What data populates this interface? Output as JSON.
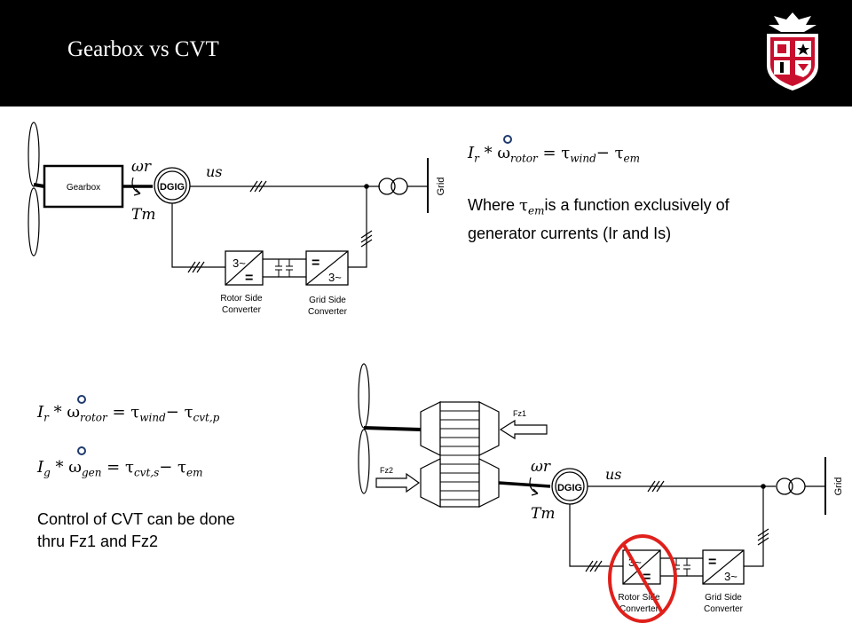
{
  "header": {
    "title": "Gearbox vs CVT"
  },
  "colors": {
    "header_bg": "#000000",
    "logo_red": "#c8102e",
    "dot_blue": "#1f3a6e",
    "prohibit_red": "#e0201b"
  },
  "top_diagram": {
    "gearbox_label": "Gearbox",
    "generator_label": "DGIG",
    "omega_label": "ωr",
    "torque_label": "Tm",
    "voltage_label": "us",
    "grid_label": "Grid",
    "rsc_symbol_ac": "3~",
    "rsc_symbol_dc": "=",
    "gsc_symbol_dc": "=",
    "gsc_symbol_ac": "3~",
    "rsc_caption_line1": "Rotor Side",
    "rsc_caption_line2": "Converter",
    "gsc_caption_line1": "Grid Side",
    "gsc_caption_line2": "Converter"
  },
  "bottom_diagram": {
    "fz1_label": "Fz1",
    "fz2_label": "Fz2",
    "generator_label": "DGIG",
    "omega_label": "ωr",
    "torque_label": "Tm",
    "voltage_label": "us",
    "grid_label": "Grid",
    "rsc_symbol_ac": "3~",
    "rsc_symbol_dc": "=",
    "gsc_symbol_dc": "=",
    "gsc_symbol_ac": "3~",
    "rsc_caption_line1": "Rotor Side",
    "rsc_caption_line2": "Converter",
    "gsc_caption_line1": "Grid Side",
    "gsc_caption_line2": "Converter"
  },
  "equations": {
    "eq1": {
      "var": "I",
      "var_sub": "r",
      "omega_sub": "rotor",
      "t1_sub": "wind",
      "t2_sub": "em"
    },
    "eq2": {
      "var": "I",
      "var_sub": "r",
      "omega_sub": "rotor",
      "t1_sub": "wind",
      "t2_sub": "cvt,p"
    },
    "eq3": {
      "var": "I",
      "var_sub": "g",
      "omega_sub": "gen",
      "t1_sub": "cvt,s",
      "t2_sub": "em"
    }
  },
  "notes": {
    "where_prefix": "Where ",
    "where_sub": "em",
    "where_rest": "is a function exclusively of",
    "where_line2": "generator currents (Ir and Is)",
    "cvt_line1": "Control of CVT can be done",
    "cvt_line2": "thru Fz1 and Fz2"
  }
}
